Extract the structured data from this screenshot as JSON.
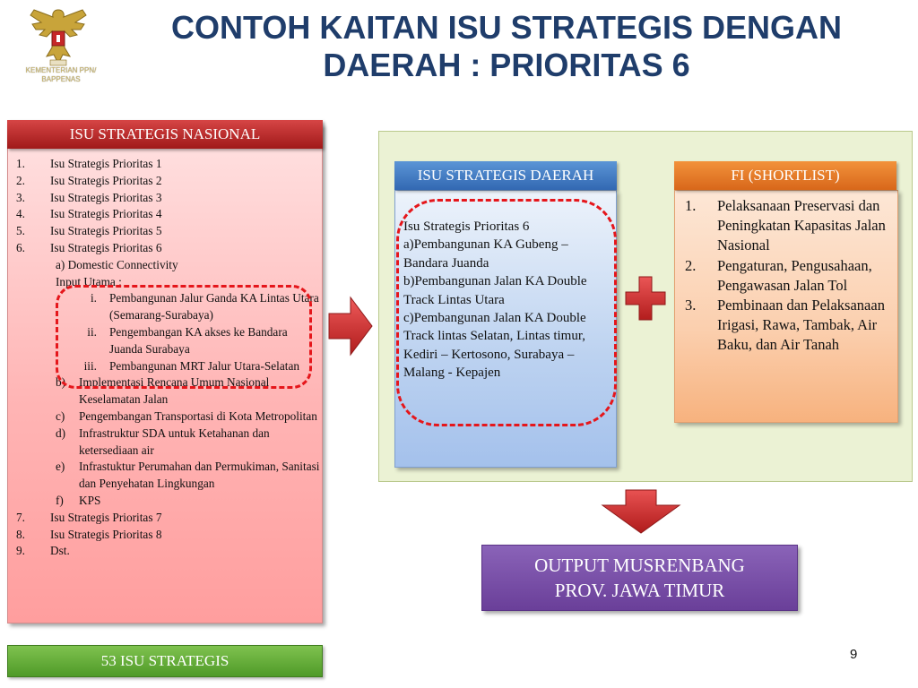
{
  "logo": {
    "caption": "KEMENTERIAN PPN/ BAPPENAS",
    "icon": "garuda-emblem-icon"
  },
  "title": {
    "line1": "CONTOH KAITAN ISU STRATEGIS DENGAN",
    "line2": "DAERAH : PRIORITAS 6"
  },
  "nasional": {
    "header": "ISU STRATEGIS NASIONAL",
    "items": [
      {
        "num": "1.",
        "text": "Isu Strategis Prioritas 1",
        "level": 0
      },
      {
        "num": "2.",
        "text": "Isu Strategis Prioritas 2",
        "level": 0
      },
      {
        "num": "3.",
        "text": "Isu Strategis Prioritas 3",
        "level": 0
      },
      {
        "num": "4.",
        "text": "Isu Strategis Prioritas 4",
        "level": 0
      },
      {
        "num": "5.",
        "text": "Isu Strategis Prioritas 5",
        "level": 0
      },
      {
        "num": "6.",
        "text": "Isu Strategis Prioritas 6",
        "level": 0
      },
      {
        "num": "",
        "text": "a) Domestic Connectivity",
        "level": "plain"
      },
      {
        "num": "",
        "text": "Input Utama :",
        "level": "plain"
      },
      {
        "num": "i.",
        "text": "Pembangunan Jalur Ganda KA Lintas Utara (Semarang-Surabaya)",
        "level": 2
      },
      {
        "num": "ii.",
        "text": "Pengembangan KA akses ke Bandara Juanda Surabaya",
        "level": 2
      },
      {
        "num": "iii.",
        "text": "Pembangunan MRT Jalur Utara-Selatan",
        "level": 2
      },
      {
        "num": "b)",
        "text": "Implementasi Rencana Umum Nasional Keselamatan Jalan",
        "level": 1
      },
      {
        "num": "c)",
        "text": "Pengembangan Transportasi di Kota Metropolitan",
        "level": 1
      },
      {
        "num": "d)",
        "text": "Infrastruktur SDA untuk Ketahanan dan ketersediaan air",
        "level": 1
      },
      {
        "num": "e)",
        "text": "Infrastuktur Perumahan dan Permukiman, Sanitasi dan Penyehatan Lingkungan",
        "level": 1
      },
      {
        "num": "f)",
        "text": "KPS",
        "level": 1
      },
      {
        "num": "7.",
        "text": "Isu Strategis Prioritas 7",
        "level": 0
      },
      {
        "num": "8.",
        "text": "Isu Strategis Prioritas 8",
        "level": 0
      },
      {
        "num": "9.",
        "text": "Dst.",
        "level": 0
      }
    ]
  },
  "daerah": {
    "header": "ISU STRATEGIS DAERAH",
    "lines": [
      "Isu Strategis Prioritas 6",
      "a)Pembangunan KA Gubeng – Bandara Juanda",
      "b)Pembangunan Jalan KA Double Track Lintas Utara",
      "c)Pembangunan Jalan KA Double Track lintas Selatan, Lintas timur, Kediri – Kertosono, Surabaya – Malang - Kepajen"
    ]
  },
  "fi": {
    "header": "FI (SHORTLIST)",
    "items": [
      {
        "num": "1.",
        "text": "Pelaksanaan Preservasi dan Peningkatan Kapasitas Jalan Nasional"
      },
      {
        "num": "2.",
        "text": "Pengaturan, Pengusahaan, Pengawasan Jalan Tol"
      },
      {
        "num": "3.",
        "text": "Pembinaan dan Pelaksanaan Irigasi, Rawa, Tambak, Air Baku, dan Air Tanah"
      }
    ]
  },
  "output": {
    "line1": "OUTPUT MUSRENBANG",
    "line2": "PROV. JAWA TIMUR"
  },
  "footer_bar": "53 ISU STRATEGIS",
  "page_number": "9",
  "colors": {
    "title": "#1f3d6b",
    "national_header": "#b32222",
    "daerah_header": "#3f78c0",
    "fi_header": "#e67a2a",
    "output": "#7a4fab",
    "footer_bar": "#5fa934",
    "arrow": "#d42b2b",
    "dashed_highlight": "#e5161b"
  }
}
